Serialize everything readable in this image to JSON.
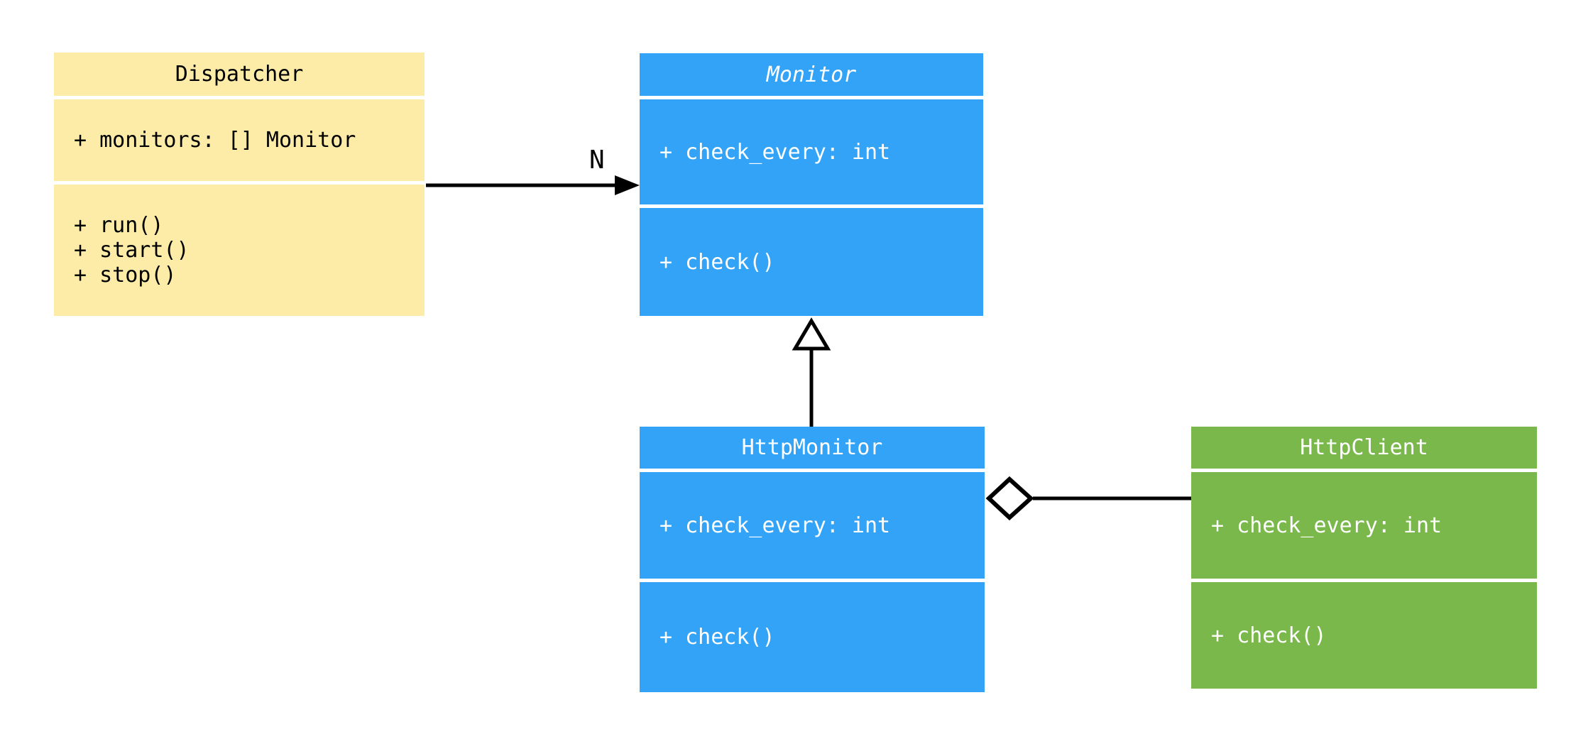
{
  "diagram": {
    "kind": "uml-class-diagram",
    "background_color": "#ffffff",
    "edge_color": "#000000"
  },
  "colors": {
    "dispatcher_fill": "#FDEBA8",
    "monitor_fill": "#33A3F7",
    "http_monitor_fill": "#33A3F7",
    "http_client_fill": "#7AB84C",
    "text_on_light": "#000000",
    "text_on_dark": "#ffffff"
  },
  "classes": [
    {
      "name": "Dispatcher",
      "abstract": false,
      "fill": "#FDEBA8",
      "attributes": [
        "+ monitors: [] Monitor"
      ],
      "methods": [
        "+ run()",
        "+ start()",
        "+ stop()"
      ]
    },
    {
      "name": "Monitor",
      "abstract": true,
      "fill": "#33A3F7",
      "attributes": [
        "+ check_every: int"
      ],
      "methods": [
        "+ check()"
      ]
    },
    {
      "name": "HttpMonitor",
      "abstract": false,
      "fill": "#33A3F7",
      "attributes": [
        "+ check_every: int"
      ],
      "methods": [
        "+ check()"
      ]
    },
    {
      "name": "HttpClient",
      "abstract": false,
      "fill": "#7AB84C",
      "attributes": [
        "+ check_every: int"
      ],
      "methods": [
        "+ check()"
      ]
    }
  ],
  "relationships": [
    {
      "from": "Dispatcher",
      "to": "Monitor",
      "type": "association-arrow",
      "label": "N"
    },
    {
      "from": "HttpMonitor",
      "to": "Monitor",
      "type": "inheritance-hollow-triangle",
      "label": ""
    },
    {
      "from": "HttpMonitor",
      "to": "HttpClient",
      "type": "aggregation-hollow-diamond",
      "label": ""
    }
  ]
}
